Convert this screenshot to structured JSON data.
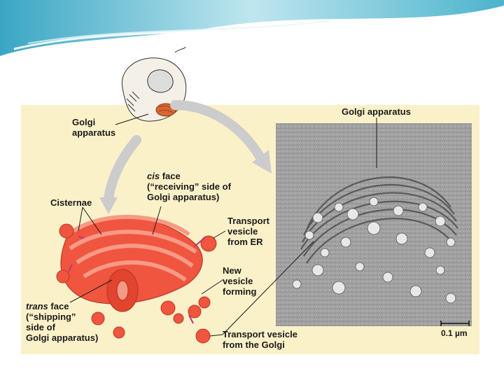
{
  "labels": {
    "golgi_small": [
      "Golgi",
      "apparatus"
    ],
    "golgi_title": "Golgi apparatus",
    "cis": [
      "cis",
      " face",
      "(“receiving” side of",
      "Golgi apparatus)"
    ],
    "cisternae": "Cisternae",
    "transport_er": [
      "Transport",
      "vesicle",
      "from ER"
    ],
    "new_vesicle": [
      "New",
      "vesicle",
      "forming"
    ],
    "trans": [
      "trans",
      " face",
      "(“shipping”",
      "side of",
      "Golgi apparatus)"
    ],
    "transport_golgi": [
      "Transport vesicle",
      "from the Golgi"
    ],
    "scale": "0.1 µm"
  },
  "colors": {
    "background_panel": "#fbf1c9",
    "golgi_red": "#f0553f",
    "golgi_light": "#f79a85",
    "arrow_grey": "#cccccc",
    "micrograph": "#9a9a9a",
    "header_teal": "#5bb7cf"
  }
}
